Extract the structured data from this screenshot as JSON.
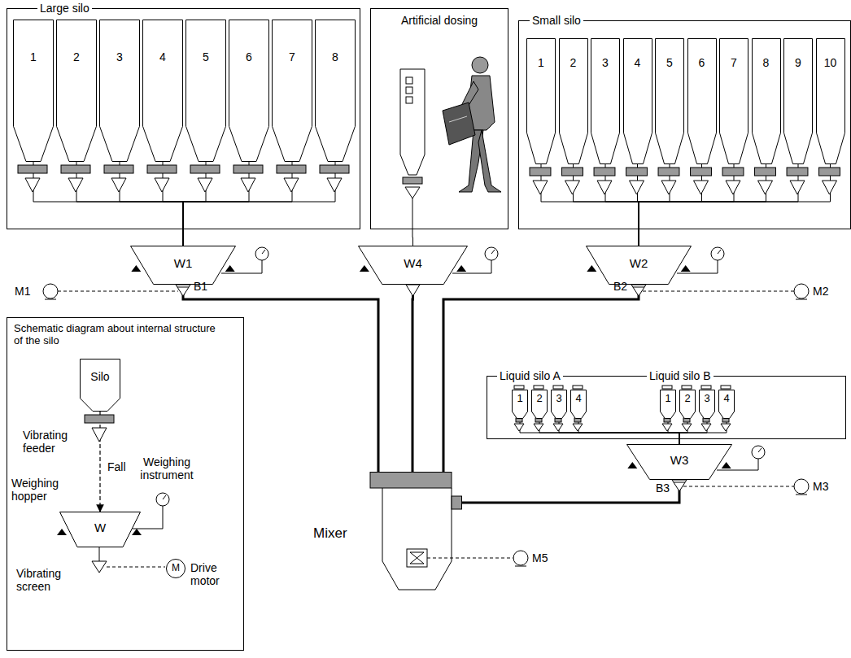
{
  "diagram": {
    "nodes": [
      {
        "text": [
          "Large silo"
        ]
      },
      {
        "text": [
          "1"
        ],
        "in": 0
      },
      {
        "text": [
          "2"
        ],
        "in": 0
      },
      {
        "text": [
          "3"
        ],
        "in": 0
      },
      {
        "text": [
          "4"
        ],
        "in": 0
      },
      {
        "text": [
          "5"
        ],
        "in": 0
      },
      {
        "text": [
          "6"
        ],
        "in": 0
      },
      {
        "text": [
          "7"
        ],
        "in": 0
      },
      {
        "text": [
          "8"
        ],
        "in": 0
      },
      {
        "text": [
          "Artificial dosing"
        ]
      },
      {
        "text": [
          "Small silo"
        ]
      },
      {
        "text": [
          "1"
        ],
        "in": 10
      },
      {
        "text": [
          "2"
        ],
        "in": 10
      },
      {
        "text": [
          "3"
        ],
        "in": 10
      },
      {
        "text": [
          "4"
        ],
        "in": 10
      },
      {
        "text": [
          "5"
        ],
        "in": 10
      },
      {
        "text": [
          "6"
        ],
        "in": 10
      },
      {
        "text": [
          "7"
        ],
        "in": 10
      },
      {
        "text": [
          "8"
        ],
        "in": 10
      },
      {
        "text": [
          "9"
        ],
        "in": 10
      },
      {
        "text": [
          "10"
        ],
        "in": 10
      },
      {
        "text": [
          "W1"
        ]
      },
      {
        "text": [
          "W4"
        ]
      },
      {
        "text": [
          "W2"
        ]
      },
      {
        "text": [
          "Schematic diagram about internal structure of the silo"
        ]
      },
      {
        "text": [
          "Silo"
        ],
        "in": 24
      },
      {
        "text": [
          "W"
        ],
        "in": 24
      },
      {
        "text": [
          "M"
        ],
        "in": 24
      },
      {
        "text": [
          "Liquid silo A",
          "Liquid silo B"
        ]
      },
      {
        "text": [
          "1"
        ],
        "in": 28
      },
      {
        "text": [
          "2"
        ],
        "in": 28
      },
      {
        "text": [
          "3"
        ],
        "in": 28
      },
      {
        "text": [
          "4"
        ],
        "in": 28
      },
      {
        "text": [
          "1"
        ],
        "in": 28
      },
      {
        "text": [
          "2"
        ],
        "in": 28
      },
      {
        "text": [
          "3"
        ],
        "in": 28
      },
      {
        "text": [
          "4"
        ],
        "in": 28
      },
      {
        "text": [
          "W3"
        ]
      },
      {
        "text": [
          "Mixer"
        ]
      }
    ],
    "edges": [
      {
        "from": 1,
        "to": 21,
        "arrow": "none"
      },
      {
        "from": 2,
        "to": 21,
        "arrow": "none"
      },
      {
        "from": 3,
        "to": 21,
        "arrow": "none"
      },
      {
        "from": 4,
        "to": 21,
        "arrow": "none"
      },
      {
        "from": 5,
        "to": 21,
        "arrow": "none"
      },
      {
        "from": 6,
        "to": 21,
        "arrow": "none"
      },
      {
        "from": 7,
        "to": 21,
        "arrow": "none"
      },
      {
        "from": 8,
        "to": 21,
        "arrow": "none"
      },
      {
        "from": 9,
        "to": 22,
        "arrow": "none"
      },
      {
        "from": 11,
        "to": 23,
        "arrow": "none"
      },
      {
        "from": 12,
        "to": 23,
        "arrow": "none"
      },
      {
        "from": 13,
        "to": 23,
        "arrow": "none"
      },
      {
        "from": 14,
        "to": 23,
        "arrow": "none"
      },
      {
        "from": 15,
        "to": 23,
        "arrow": "none"
      },
      {
        "from": 16,
        "to": 23,
        "arrow": "none"
      },
      {
        "from": 17,
        "to": 23,
        "arrow": "none"
      },
      {
        "from": 18,
        "to": 23,
        "arrow": "none"
      },
      {
        "from": 19,
        "to": 23,
        "arrow": "none"
      },
      {
        "from": 20,
        "to": 23,
        "arrow": "none"
      },
      {
        "from": 21,
        "to": 38,
        "arrow": "none"
      },
      {
        "from": 22,
        "to": 38,
        "arrow": "none"
      },
      {
        "from": 23,
        "to": 38,
        "arrow": "none"
      },
      {
        "from": 29,
        "to": 37,
        "arrow": "none"
      },
      {
        "from": 30,
        "to": 37,
        "arrow": "none"
      },
      {
        "from": 31,
        "to": 37,
        "arrow": "none"
      },
      {
        "from": 32,
        "to": 37,
        "arrow": "none"
      },
      {
        "from": 33,
        "to": 37,
        "arrow": "none"
      },
      {
        "from": 34,
        "to": 37,
        "arrow": "none"
      },
      {
        "from": 35,
        "to": 37,
        "arrow": "none"
      },
      {
        "from": 36,
        "to": 37,
        "arrow": "none"
      },
      {
        "from": 37,
        "to": 38,
        "arrow": "none"
      },
      {
        "from": 25,
        "to": 26,
        "arrow": "to"
      }
    ],
    "labels": [
      "M1",
      "B1",
      "B2",
      "M2",
      "B3",
      "M3",
      "M5",
      "Vibrating feeder",
      "Fall",
      "Weighing instrument",
      "Weighing hopper",
      "Vibrating screen",
      "Drive motor"
    ]
  }
}
